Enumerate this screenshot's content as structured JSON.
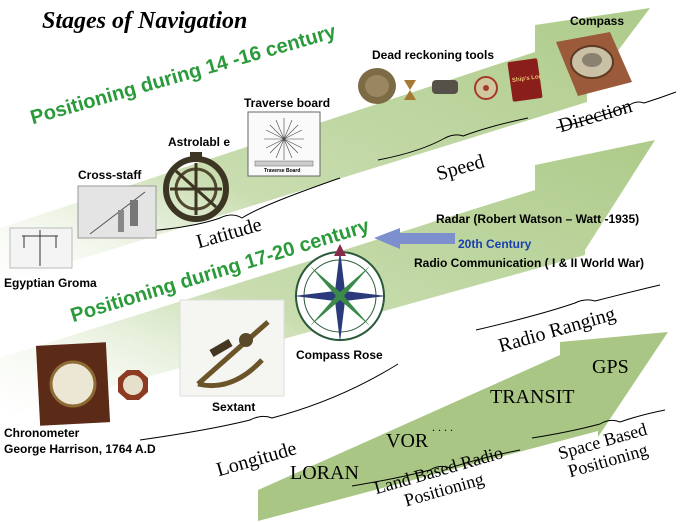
{
  "title": "Stages of Navigation",
  "eras": {
    "era1": "Positioning  during 14 -16 century",
    "era2": "Positioning during 17-20 century"
  },
  "arrow1": {
    "items": [
      "Egyptian Groma",
      "Cross-staff",
      "Astrolabl e",
      "Traverse board",
      "Dead reckoning tools",
      "Compass"
    ],
    "traverse_caption": "Traverse Board",
    "book_text": "Ship's Log",
    "categories": [
      "Latitude",
      "Speed",
      "Direction"
    ]
  },
  "arrow2": {
    "items": [
      "Chronometer",
      "George Harrison,  1764 A.D",
      "Sextant",
      "Compass Rose"
    ],
    "radar": "Radar (Robert Watson – Watt -1935)",
    "twentieth": "20th Century",
    "radio": "Radio Communication   ( I & II World War)",
    "categories": [
      "Longitude",
      "Radio Ranging"
    ]
  },
  "arrow3": {
    "systems": [
      "LORAN",
      "VOR",
      "TRANSIT",
      "GPS"
    ],
    "dots": ". . . .",
    "categories": [
      "Land Based Radio Positioning",
      "Space Based Positioning"
    ]
  },
  "colors": {
    "arrow": "#c4d9a6",
    "era_text": "#2a9a3a",
    "blue_arrow": "#7e8fce",
    "blue_text": "#1a3fb0"
  }
}
